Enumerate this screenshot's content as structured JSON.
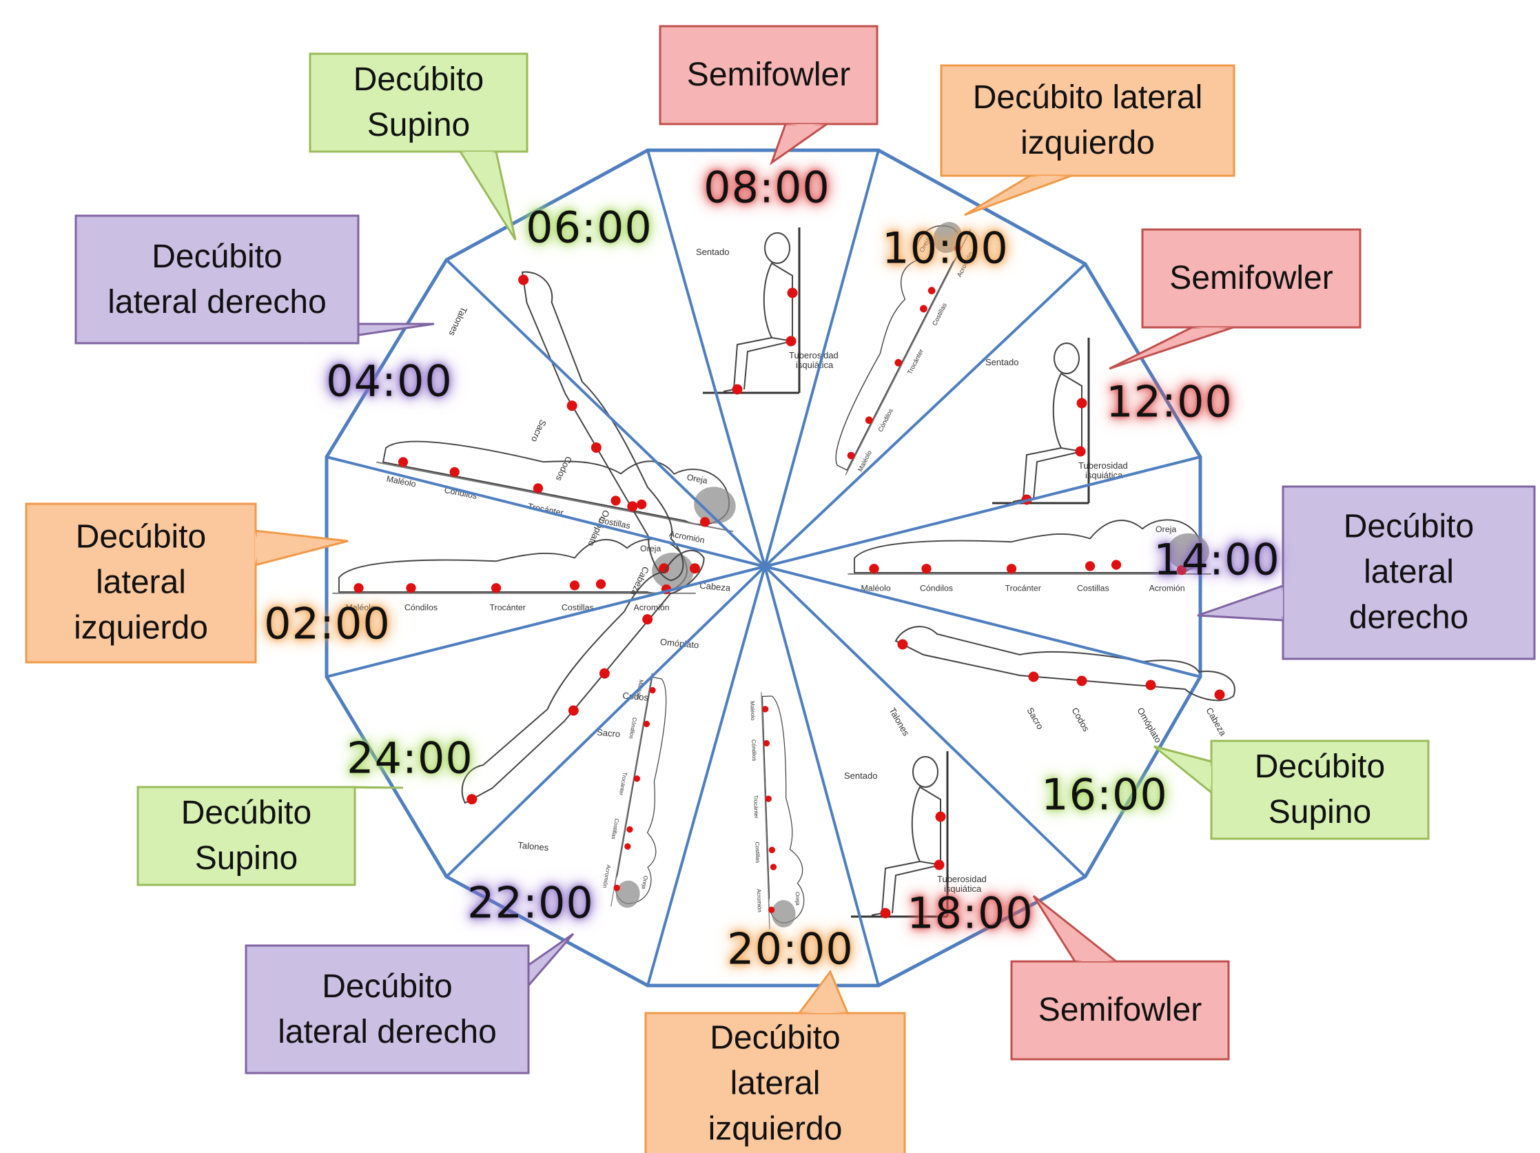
{
  "slots": [
    {
      "time": "02:00",
      "position": "Decúbito lateral izquierdo",
      "callout_lines": [
        "Decúbito",
        "lateral",
        "izquierdo"
      ],
      "color": "orange"
    },
    {
      "time": "04:00",
      "position": "Decúbito lateral derecho",
      "callout_lines": [
        "Decúbito",
        "lateral derecho"
      ],
      "color": "purple"
    },
    {
      "time": "06:00",
      "position": "Decúbito Supino",
      "callout_lines": [
        "Decúbito",
        "Supino"
      ],
      "color": "green"
    },
    {
      "time": "08:00",
      "position": "Semifowler",
      "callout_lines": [
        "Semifowler"
      ],
      "color": "red"
    },
    {
      "time": "10:00",
      "position": "Decúbito lateral izquierdo",
      "callout_lines": [
        "Decúbito lateral",
        "izquierdo"
      ],
      "color": "orange"
    },
    {
      "time": "12:00",
      "position": "Semifowler",
      "callout_lines": [
        "Semifowler"
      ],
      "color": "red"
    },
    {
      "time": "14:00",
      "position": "Decúbito lateral derecho",
      "callout_lines": [
        "Decúbito",
        "lateral",
        "derecho"
      ],
      "color": "purple"
    },
    {
      "time": "16:00",
      "position": "Decúbito Supino",
      "callout_lines": [
        "Decúbito",
        "Supino"
      ],
      "color": "green"
    },
    {
      "time": "18:00",
      "position": "Semifowler",
      "callout_lines": [
        "Semifowler"
      ],
      "color": "red"
    },
    {
      "time": "20:00",
      "position": "Decúbito lateral izquierdo",
      "callout_lines": [
        "Decúbito",
        "lateral",
        "izquierdo"
      ],
      "color": "orange"
    },
    {
      "time": "22:00",
      "position": "Decúbito lateral derecho",
      "callout_lines": [
        "Decúbito",
        "lateral derecho"
      ],
      "color": "purple"
    },
    {
      "time": "24:00",
      "position": "Decúbito Supino",
      "callout_lines": [
        "Decúbito",
        "Supino"
      ],
      "color": "green"
    }
  ],
  "figure_labels": {
    "sentado": "Sentado",
    "tuberosidad": [
      "Tuberosidad",
      "isquiática"
    ],
    "supino": [
      "Talones",
      "Sacro",
      "Codos",
      "Omóplato",
      "Cabeza"
    ],
    "lateral": [
      "Maléolo",
      "Cóndilos",
      "Trocánter",
      "Costillas",
      "Acromión",
      "Oreja"
    ]
  },
  "colors": {
    "outline": "#4f7fc0",
    "pressure_point": "#e01010",
    "orange": {
      "fill": "#fbc79d",
      "stroke": "#f09a48",
      "glow": "#f2a24e"
    },
    "purple": {
      "fill": "#cbbfe4",
      "stroke": "#8064a2",
      "glow": "#8c6cc8"
    },
    "green": {
      "fill": "#d6f0b2",
      "stroke": "#9bbb59",
      "glow": "#a8d860"
    },
    "red": {
      "fill": "#f6b4b4",
      "stroke": "#c0504d",
      "glow": "#e05050"
    }
  }
}
